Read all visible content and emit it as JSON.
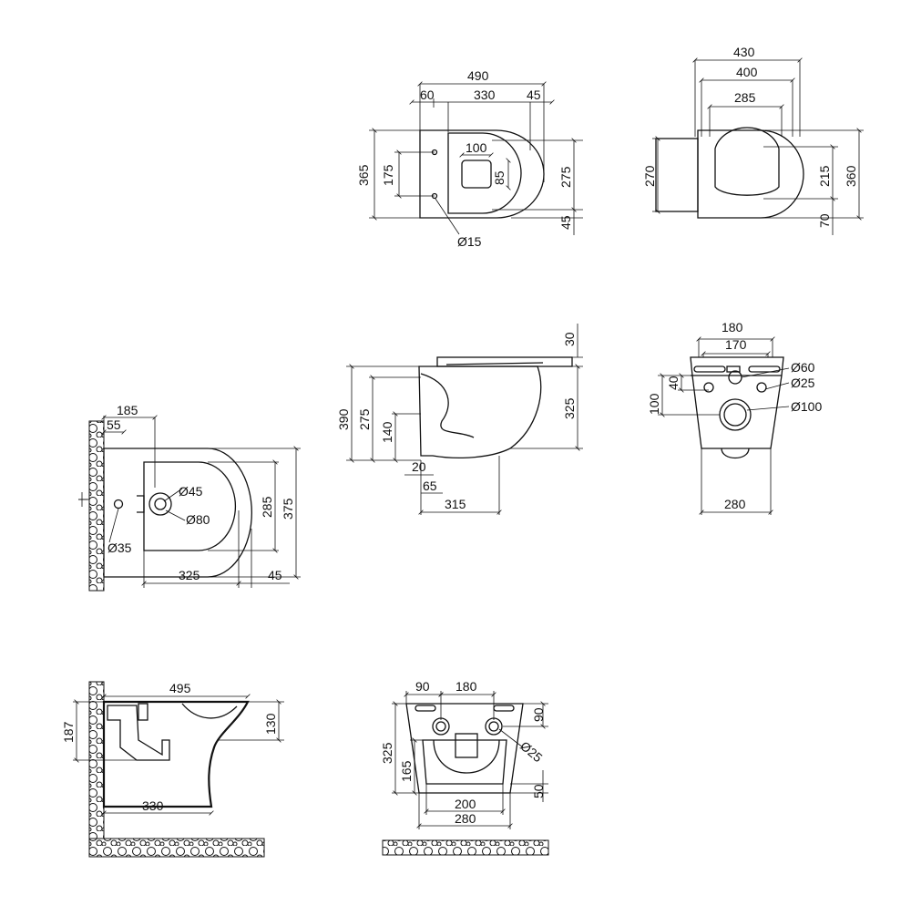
{
  "views": {
    "top_bowl": {
      "dims": {
        "width": "490",
        "left": "60",
        "middle": "330",
        "right": "45",
        "inner": "100",
        "height": "365",
        "holes": "175",
        "depth_a": "85",
        "depth_b": "275",
        "bottom": "45",
        "hole_dia": "Ø15"
      }
    },
    "top_seat": {
      "dims": {
        "outer": "430",
        "mid": "400",
        "inner": "285",
        "left_h": "270",
        "right_a": "215",
        "right_b": "360",
        "right_c": "70"
      }
    },
    "side_bowl": {
      "dims": {
        "lid": "30",
        "total": "390",
        "outlet_h": "275",
        "outlet": "140",
        "pipe": "20",
        "pipe_len": "65",
        "depth": "315",
        "height": "325"
      }
    },
    "back_view": {
      "dims": {
        "top": "180",
        "inner": "170",
        "h_a": "40",
        "h_b": "100",
        "dia_a": "Ø60",
        "dia_b": "Ø25",
        "dia_c": "Ø100",
        "width": "280"
      }
    },
    "bidet_top": {
      "dims": {
        "wall": "185",
        "hole_off": "55",
        "tap": "Ø45",
        "drain": "Ø80",
        "tap_hole": "Ø35",
        "inner_h": "285",
        "outer_h": "375",
        "length": "325",
        "end": "45"
      }
    },
    "bidet_section": {
      "dims": {
        "length": "495",
        "height": "187",
        "rim": "130",
        "base": "330"
      }
    },
    "bidet_back": {
      "dims": {
        "left": "90",
        "center": "180",
        "top": "90",
        "total_h": "325",
        "mid_h": "165",
        "hole": "Ø25",
        "low": "50",
        "inner_w": "200",
        "outer_w": "280"
      }
    }
  }
}
